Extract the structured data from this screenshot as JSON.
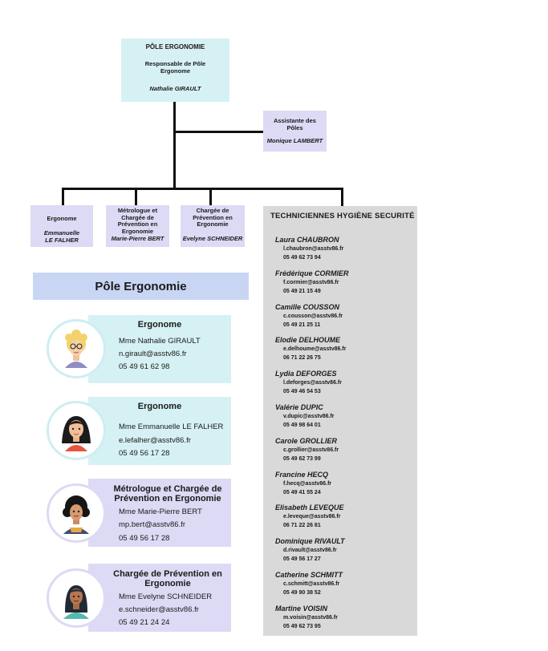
{
  "org_chart": {
    "head": {
      "title": "PÔLE ERGONOMIE",
      "role": "Responsable de Pôle Ergonome",
      "name": "Nathalie GIRAULT"
    },
    "assistant": {
      "role": "Assistante des Pôles",
      "name": "Monique LAMBERT"
    },
    "members": [
      {
        "role": "Ergonome",
        "name": "Emmanuelle LE FALHER"
      },
      {
        "role": "Métrologue et Chargée de Prévention en Ergonomie",
        "name": "Marie-Pierre BERT"
      },
      {
        "role": "Chargée de Prévention en Ergonomie",
        "name": "Evelyne SCHNEIDER"
      }
    ]
  },
  "technicians": {
    "title": "TECHNICIENNES HYGIÈNE SECURITÉ",
    "people": [
      {
        "name": "Laura CHAUBRON",
        "email": "l.chaubron@asstv86.fr",
        "phone": "05 49 62 73 94"
      },
      {
        "name": "Frédérique CORMIER",
        "email": "f.cormier@asstv86.fr",
        "phone": "05 49 21 15 49"
      },
      {
        "name": "Camille COUSSON",
        "email": "c.cousson@asstv86.fr",
        "phone": "05 49 21 25 11"
      },
      {
        "name": "Elodie DELHOUME",
        "email": "e.delhoume@asstv86.fr",
        "phone": "06 71 22 26 75"
      },
      {
        "name": "Lydia DEFORGES",
        "email": "l.deforges@asstv86.fr",
        "phone": "05 49 46 54 53"
      },
      {
        "name": "Valérie DUPIC",
        "email": "v.dupic@asstv86.fr",
        "phone": "05 49 98 64 01"
      },
      {
        "name": "Carole GROLLIER",
        "email": "c.grollier@asstv86.fr",
        "phone": "05 49 62 73 99"
      },
      {
        "name": "Francine HECQ",
        "email": "f.hecq@asstv86.fr",
        "phone": "05 49 41 55 24"
      },
      {
        "name": "Elisabeth LEVEQUE",
        "email": "e.leveque@asstv86.fr",
        "phone": "06 71 22 26 81"
      },
      {
        "name": "Dominique RIVAULT",
        "email": "d.rivault@asstv86.fr",
        "phone": "05 49 56 17 27"
      },
      {
        "name": "Catherine SCHMITT",
        "email": "c.schmitt@asstv86.fr",
        "phone": "05 49 90 38 52"
      },
      {
        "name": "Martine VOISIN",
        "email": "m.voisin@asstv86.fr",
        "phone": "05 49 62 73 95"
      }
    ]
  },
  "pole_section": {
    "banner": "Pôle Ergonomie",
    "cards": [
      {
        "title": "Ergonome",
        "name": "Mme Nathalie GIRAULT",
        "email": "n.girault@asstv86.fr",
        "phone": "05 49 61 62 98",
        "avatar": "woman-blonde-glasses-icon"
      },
      {
        "title": "Ergonome",
        "name": "Mme Emmanuelle LE FALHER",
        "email": "e.lefalher@asstv86.fr",
        "phone": "05 49 56 17 28",
        "avatar": "woman-dark-hair-icon"
      },
      {
        "title": "Métrologue et Chargée de Prévention en Ergonomie",
        "name": "Mme Marie-Pierre BERT",
        "email": "mp.bert@asstv86.fr",
        "phone": "05 49 56 17 28",
        "avatar": "woman-curly-hair-icon"
      },
      {
        "title": "Chargée de Prévention en Ergonomie",
        "name": "Mme Evelyne SCHNEIDER",
        "email": "e.schneider@asstv86.fr",
        "phone": "05 49 21 24 24",
        "avatar": "woman-braids-icon"
      }
    ]
  },
  "colors": {
    "cyan_box": "#d6f1f3",
    "lavender_box": "#dcdaf4",
    "banner": "#c8d6f4",
    "tech_panel": "#d9d9d9",
    "lines": "#111111"
  }
}
